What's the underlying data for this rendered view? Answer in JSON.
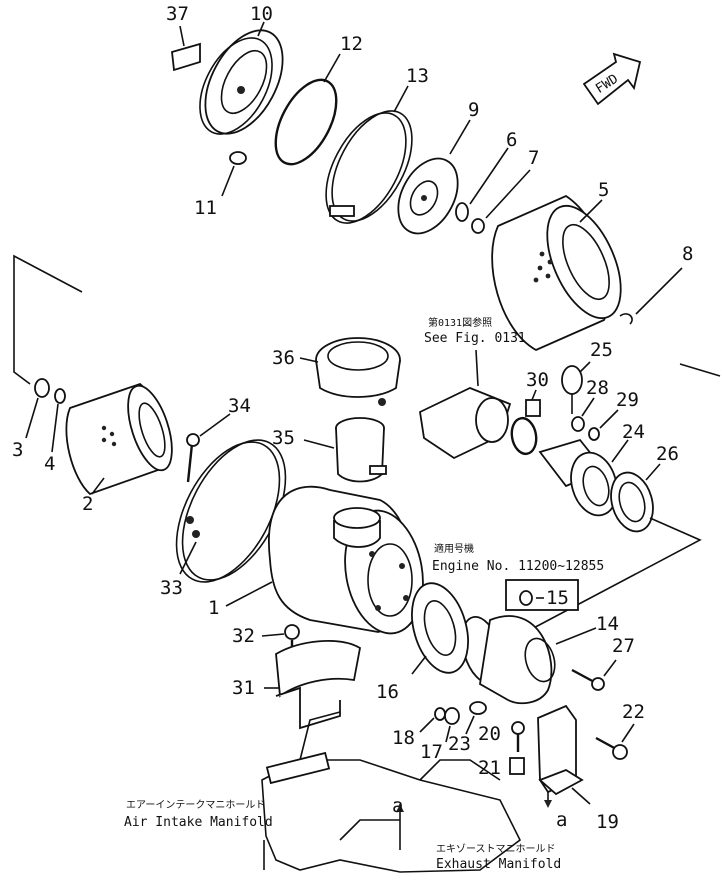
{
  "callouts": [
    {
      "id": "c37",
      "label": "37"
    },
    {
      "id": "c10",
      "label": "10"
    },
    {
      "id": "c12",
      "label": "12"
    },
    {
      "id": "c13",
      "label": "13"
    },
    {
      "id": "c9",
      "label": "9"
    },
    {
      "id": "c6",
      "label": "6"
    },
    {
      "id": "c7",
      "label": "7"
    },
    {
      "id": "c5",
      "label": "5"
    },
    {
      "id": "c11",
      "label": "11"
    },
    {
      "id": "c8",
      "label": "8"
    },
    {
      "id": "c36",
      "label": "36"
    },
    {
      "id": "c25",
      "label": "25"
    },
    {
      "id": "c30",
      "label": "30"
    },
    {
      "id": "c28",
      "label": "28"
    },
    {
      "id": "c29",
      "label": "29"
    },
    {
      "id": "c24",
      "label": "24"
    },
    {
      "id": "c26",
      "label": "26"
    },
    {
      "id": "c34",
      "label": "34"
    },
    {
      "id": "c3",
      "label": "3"
    },
    {
      "id": "c4",
      "label": "4"
    },
    {
      "id": "c2",
      "label": "2"
    },
    {
      "id": "c35",
      "label": "35"
    },
    {
      "id": "c33",
      "label": "33"
    },
    {
      "id": "c1",
      "label": "1"
    },
    {
      "id": "c15",
      "label": "15"
    },
    {
      "id": "c14",
      "label": "14"
    },
    {
      "id": "c27",
      "label": "27"
    },
    {
      "id": "c32",
      "label": "32"
    },
    {
      "id": "c31",
      "label": "31"
    },
    {
      "id": "c16",
      "label": "16"
    },
    {
      "id": "c22",
      "label": "22"
    },
    {
      "id": "c18",
      "label": "18"
    },
    {
      "id": "c17",
      "label": "17"
    },
    {
      "id": "c23",
      "label": "23"
    },
    {
      "id": "c20",
      "label": "20"
    },
    {
      "id": "c21",
      "label": "21"
    },
    {
      "id": "c19",
      "label": "19"
    }
  ],
  "notes": {
    "fwd": "FWD",
    "see_fig_jp": "第0131図参照",
    "see_fig": "See Fig. 0131",
    "engine_jp": "適用号機",
    "engine": "Engine No. 11200~12855",
    "intake_jp": "エアーインテークマニホールド",
    "intake": "Air Intake Manifold",
    "exhaust_jp": "エキゾーストマニホールド",
    "exhaust": "Exhaust Manifold",
    "ref_a1": "a",
    "ref_a2": "a"
  }
}
